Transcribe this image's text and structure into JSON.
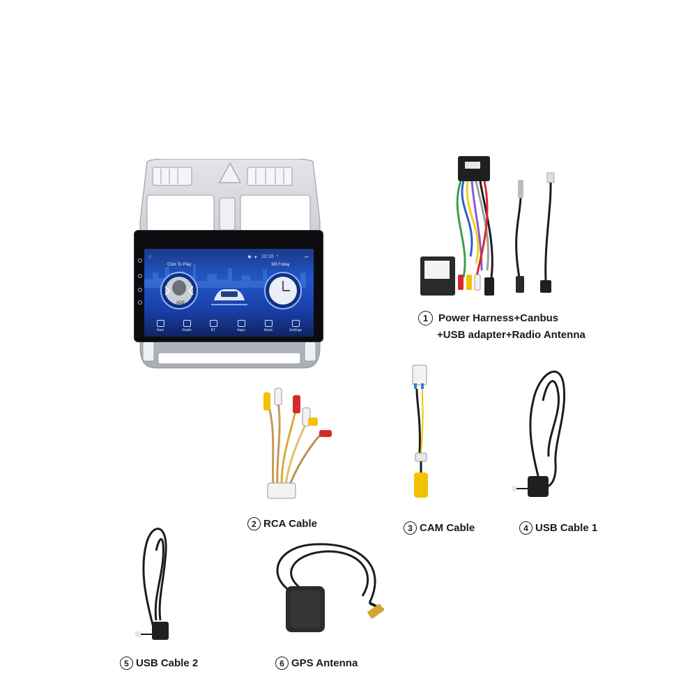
{
  "labels": {
    "item1_num": "1",
    "item1_line1": "Power Harness+Canbus",
    "item1_line2": "+USB adapter+Radio Antenna",
    "item2_num": "2",
    "item2_text": "RCA Cable",
    "item3_num": "3",
    "item3_text": "CAM Cable",
    "item4_num": "4",
    "item4_text": "USB Cable 1",
    "item5_num": "5",
    "item5_text": "USB Cable 2",
    "item6_num": "6",
    "item6_text": "GPS Antenna"
  },
  "screen": {
    "time": "10:10",
    "click_to_play": "Click To Play",
    "date": "3/8 Friday",
    "album_art_text": "ADE",
    "dock": [
      "Navi",
      "Radio",
      "BT",
      "Apps",
      "Music",
      "Settings"
    ]
  },
  "colors": {
    "frame_silver": "#c9ccd2",
    "screen_blue": "#2257c9",
    "cable_black": "#1c1c1c",
    "rca_red": "#d42a2a",
    "rca_yellow": "#f2c200",
    "rca_white": "#f2f2f2"
  }
}
